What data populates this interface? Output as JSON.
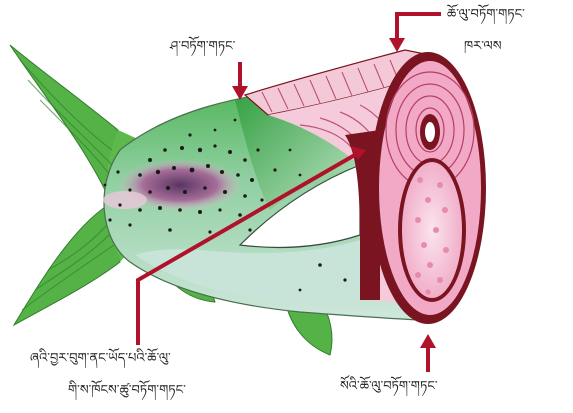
{
  "labels": {
    "red_muscle": "ཆོ་ལུ་བཏོག་གཏང་",
    "back_muscle": "ཁར་ལས",
    "skin_cut": "ཤ་བཏོག་གཏང་",
    "belly_meat_line1": "ཞའི་བྱར་བུག་ནང་ཡོད་པའི་ཆོ་ལུ་",
    "belly_meat_line2": "གི་ས་ཁོངས་ཚུ་བཏོག་གཏང་",
    "tail_cut": "སོའི་ཆོ་ལུ་བཏོག་གཏང་"
  },
  "colors": {
    "arrow": "#b0122b",
    "fin": "#55b246",
    "body_green": "#4fb84a",
    "body_pale": "#c6e2d6",
    "flesh_pink": "#f2b0c8",
    "dark_red": "#7a1420"
  }
}
